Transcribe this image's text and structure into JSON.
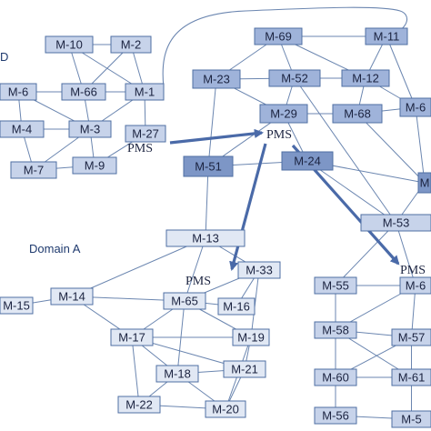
{
  "colors": {
    "light": "#c7d3ea",
    "mid": "#9fb3da",
    "dark": "#7d96c6",
    "pale": "#e1e8f4",
    "border": "#4f6fa3",
    "edge": "#6b86b0",
    "arrow": "#4a6aa8"
  },
  "domain_labels": [
    {
      "id": "domain-d-label",
      "text": "D"
    },
    {
      "id": "domain-a-label",
      "text": "Domain A"
    }
  ],
  "pms_labels": [
    "PMS",
    "PMS",
    "PMS",
    "PMS"
  ],
  "nodes": [
    {
      "id": "M-10",
      "label": "M-10",
      "shade": "light"
    },
    {
      "id": "M-2",
      "label": "M-2",
      "shade": "light"
    },
    {
      "id": "M-6",
      "label": "M-6",
      "shade": "light"
    },
    {
      "id": "M-66",
      "label": "M-66",
      "shade": "light"
    },
    {
      "id": "M-1",
      "label": "M-1",
      "shade": "light"
    },
    {
      "id": "M-4",
      "label": "M-4",
      "shade": "light"
    },
    {
      "id": "M-3",
      "label": "M-3",
      "shade": "light"
    },
    {
      "id": "M-27",
      "label": "M-27",
      "shade": "light"
    },
    {
      "id": "M-7",
      "label": "M-7",
      "shade": "light"
    },
    {
      "id": "M-9",
      "label": "M-9",
      "shade": "light"
    },
    {
      "id": "M-69",
      "label": "M-69",
      "shade": "mid"
    },
    {
      "id": "M-11",
      "label": "M-11",
      "shade": "mid"
    },
    {
      "id": "M-23",
      "label": "M-23",
      "shade": "mid"
    },
    {
      "id": "M-52",
      "label": "M-52",
      "shade": "mid"
    },
    {
      "id": "M-12",
      "label": "M-12",
      "shade": "mid"
    },
    {
      "id": "M-6x",
      "label": "M-6",
      "shade": "mid"
    },
    {
      "id": "M-29",
      "label": "M-29",
      "shade": "mid"
    },
    {
      "id": "M-68",
      "label": "M-68",
      "shade": "mid"
    },
    {
      "id": "M-51",
      "label": "M-51",
      "shade": "dark"
    },
    {
      "id": "M-24",
      "label": "M-24",
      "shade": "dark"
    },
    {
      "id": "M-edge",
      "label": "M",
      "shade": "dark"
    },
    {
      "id": "M-13",
      "label": "M-13",
      "shade": "pale"
    },
    {
      "id": "M-33",
      "label": "M-33",
      "shade": "pale"
    },
    {
      "id": "M-15",
      "label": "M-15",
      "shade": "pale"
    },
    {
      "id": "M-14",
      "label": "M-14",
      "shade": "pale"
    },
    {
      "id": "M-65",
      "label": "M-65",
      "shade": "pale"
    },
    {
      "id": "M-16",
      "label": "M-16",
      "shade": "pale"
    },
    {
      "id": "M-17",
      "label": "M-17",
      "shade": "pale"
    },
    {
      "id": "M-19",
      "label": "M-19",
      "shade": "pale"
    },
    {
      "id": "M-18",
      "label": "M-18",
      "shade": "pale"
    },
    {
      "id": "M-21",
      "label": "M-21",
      "shade": "pale"
    },
    {
      "id": "M-22",
      "label": "M-22",
      "shade": "pale"
    },
    {
      "id": "M-20",
      "label": "M-20",
      "shade": "pale"
    },
    {
      "id": "M-53",
      "label": "M-53",
      "shade": "light"
    },
    {
      "id": "M-55",
      "label": "M-55",
      "shade": "light"
    },
    {
      "id": "M-6b",
      "label": "M-6",
      "shade": "light"
    },
    {
      "id": "M-58",
      "label": "M-58",
      "shade": "light"
    },
    {
      "id": "M-57",
      "label": "M-57",
      "shade": "light"
    },
    {
      "id": "M-60",
      "label": "M-60",
      "shade": "light"
    },
    {
      "id": "M-61",
      "label": "M-61",
      "shade": "light"
    },
    {
      "id": "M-56",
      "label": "M-56",
      "shade": "light"
    },
    {
      "id": "M-5x",
      "label": "M-5",
      "shade": "light"
    }
  ],
  "edges": [
    [
      "M-10",
      "M-2"
    ],
    [
      "M-10",
      "M-66"
    ],
    [
      "M-10",
      "M-1"
    ],
    [
      "M-2",
      "M-66"
    ],
    [
      "M-2",
      "M-1"
    ],
    [
      "M-6",
      "M-66"
    ],
    [
      "M-6",
      "M-4"
    ],
    [
      "M-66",
      "M-1"
    ],
    [
      "M-66",
      "M-3"
    ],
    [
      "M-1",
      "M-3"
    ],
    [
      "M-1",
      "M-27"
    ],
    [
      "M-4",
      "M-3"
    ],
    [
      "M-4",
      "M-7"
    ],
    [
      "M-6",
      "M-3"
    ],
    [
      "M-3",
      "M-9"
    ],
    [
      "M-3",
      "M-7"
    ],
    [
      "M-7",
      "M-9"
    ],
    [
      "M-9",
      "M-27"
    ],
    [
      "M-69",
      "M-11"
    ],
    [
      "M-69",
      "M-23"
    ],
    [
      "M-69",
      "M-52"
    ],
    [
      "M-69",
      "M-12"
    ],
    [
      "M-11",
      "M-12"
    ],
    [
      "M-11",
      "M-6x"
    ],
    [
      "M-23",
      "M-52"
    ],
    [
      "M-52",
      "M-12"
    ],
    [
      "M-23",
      "M-29"
    ],
    [
      "M-52",
      "M-29"
    ],
    [
      "M-12",
      "M-68"
    ],
    [
      "M-12",
      "M-6x"
    ],
    [
      "M-29",
      "M-68"
    ],
    [
      "M-68",
      "M-6x"
    ],
    [
      "M-23",
      "M-51"
    ],
    [
      "M-29",
      "M-51"
    ],
    [
      "M-29",
      "M-24"
    ],
    [
      "M-68",
      "M-edge"
    ],
    [
      "M-24",
      "M-edge"
    ],
    [
      "M-6x",
      "M-edge"
    ],
    [
      "M-51",
      "M-24"
    ],
    [
      "M-51",
      "M-13"
    ],
    [
      "M-24",
      "M-53"
    ],
    [
      "M-52",
      "M-53"
    ],
    [
      "M-13",
      "M-14"
    ],
    [
      "M-13",
      "M-65"
    ],
    [
      "M-13",
      "M-33"
    ],
    [
      "M-14",
      "M-15"
    ],
    [
      "M-14",
      "M-65"
    ],
    [
      "M-14",
      "M-17"
    ],
    [
      "M-65",
      "M-33"
    ],
    [
      "M-65",
      "M-16"
    ],
    [
      "M-65",
      "M-19"
    ],
    [
      "M-65",
      "M-18"
    ],
    [
      "M-65",
      "M-17"
    ],
    [
      "M-33",
      "M-16"
    ],
    [
      "M-33",
      "M-19"
    ],
    [
      "M-17",
      "M-19"
    ],
    [
      "M-17",
      "M-18"
    ],
    [
      "M-17",
      "M-22"
    ],
    [
      "M-17",
      "M-21"
    ],
    [
      "M-18",
      "M-21"
    ],
    [
      "M-18",
      "M-22"
    ],
    [
      "M-18",
      "M-20"
    ],
    [
      "M-19",
      "M-21"
    ],
    [
      "M-19",
      "M-20"
    ],
    [
      "M-21",
      "M-20"
    ],
    [
      "M-22",
      "M-20"
    ],
    [
      "M-53",
      "M-55"
    ],
    [
      "M-53",
      "M-6b"
    ],
    [
      "M-55",
      "M-58"
    ],
    [
      "M-55",
      "M-6b"
    ],
    [
      "M-6b",
      "M-57"
    ],
    [
      "M-6b",
      "M-58"
    ],
    [
      "M-58",
      "M-57"
    ],
    [
      "M-58",
      "M-60"
    ],
    [
      "M-58",
      "M-61"
    ],
    [
      "M-57",
      "M-60"
    ],
    [
      "M-57",
      "M-61"
    ],
    [
      "M-60",
      "M-61"
    ],
    [
      "M-60",
      "M-56"
    ],
    [
      "M-61",
      "M-5x"
    ],
    [
      "M-56",
      "M-5x"
    ],
    [
      "M-53",
      "M-edge"
    ]
  ]
}
